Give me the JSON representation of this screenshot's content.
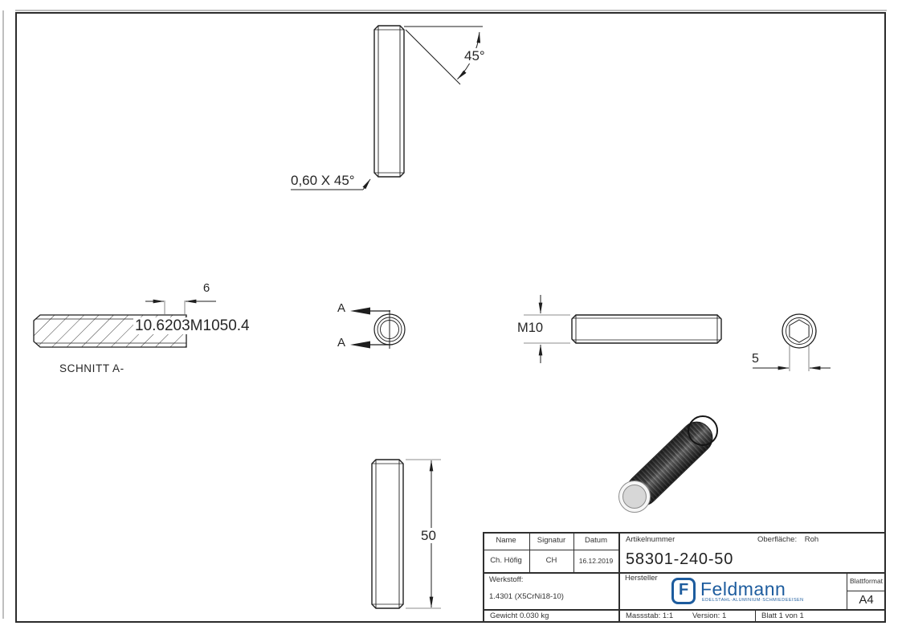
{
  "colors": {
    "logo_blue": "#1d5c9e",
    "drawing_line": "#1e1e1e"
  },
  "drawing": {
    "angle_dim": "45°",
    "chamfer_note": "0,60 X 45°",
    "width_dim": "6",
    "overlap_dims": "10.6203M1050.4",
    "section_label": "SCHNITT A-",
    "cut_letter": "A",
    "thread_dim": "M10",
    "socket_dim": "5",
    "length_dim": "50"
  },
  "title_block": {
    "name_header": "Name",
    "signatur_header": "Signatur",
    "datum_header": "Datum",
    "name_value": "Ch. Höfig",
    "signatur_value": "CH",
    "datum_value": "16.12.2019",
    "artikelnummer_header": "Artikelnummer",
    "artikelnummer_value": "58301-240-50",
    "oberflaeche_label": "Oberfläche:",
    "oberflaeche_value": "Roh",
    "werkstoff_label": "Werkstoff:",
    "werkstoff_value": "1.4301 (X5CrNi18-10)",
    "hersteller_label": "Hersteller",
    "blattformat_label": "Blattformat",
    "blattformat_value": "A4",
    "gewicht": "Gewicht 0.030 kg",
    "massstab": "Massstab: 1:1",
    "version": "Version: 1",
    "blatt": "Blatt 1 von 1",
    "logo": {
      "letter": "F",
      "wordmark": "Feldmann",
      "tagline": "EDELSTAHL·ALUMINIUM·SCHMIEDEEISEN"
    }
  }
}
